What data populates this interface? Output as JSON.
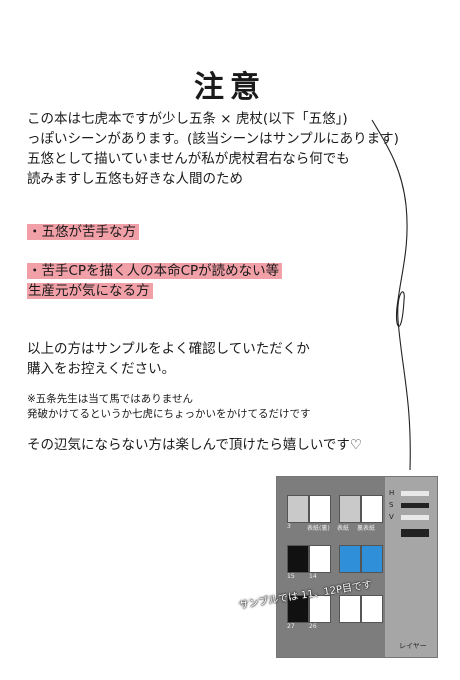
{
  "title": "注意",
  "intro": [
    "この本は七虎本ですが少し五条 × 虎杖(以下「五悠」)",
    "っぽいシーンがあります。(該当シーンはサンプルにあります)",
    "五悠として描いていませんが私が虎杖君右なら何でも",
    "読みますし五悠も好きな人間のため"
  ],
  "warnings": [
    "・五悠が苦手な方",
    "・苦手CPを描く人の本命CPが読めない等",
    "生産元が気になる方"
  ],
  "confirm": [
    "以上の方はサンプルをよく確認していただくか",
    "購入をお控えください。"
  ],
  "notes": [
    "※五条先生は当て馬ではありません",
    "発破かけてるというか七虎にちょっかいをかけてるだけです"
  ],
  "closing": "その辺気にならない方は楽しんで頂けたら嬉しいです♡",
  "screenshot": {
    "annotation": "サンプルでは 11、12P目です",
    "page_labels": [
      "表紙(裏)",
      "表紙",
      "裏表紙"
    ],
    "page_numbers": [
      "3",
      "15",
      "14",
      "27",
      "26"
    ],
    "side_labels": [
      "H",
      "S",
      "V"
    ],
    "layer_label": "レイヤー"
  },
  "colors": {
    "highlight": "#f2a0a8",
    "text": "#1a1a1a"
  }
}
